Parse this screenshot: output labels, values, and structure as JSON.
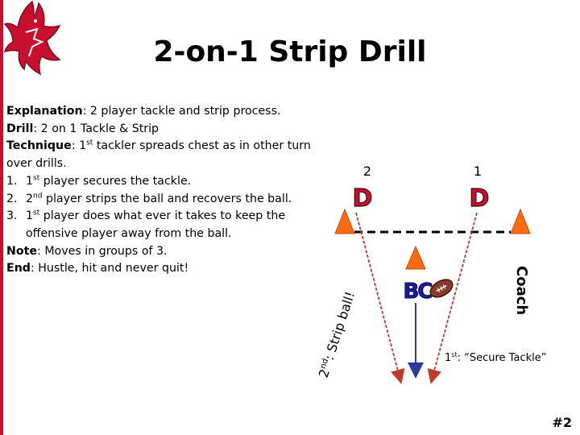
{
  "slide": {
    "title": "2-on-1 Strip Drill",
    "page_number": "#2",
    "accent_color": "#c8102e"
  },
  "text_block": {
    "explanation_label": "Explanation",
    "explanation_text": ": 2 player tackle and strip process.",
    "drill_label": "Drill",
    "drill_text": ": 2 on 1 Tackle & Strip",
    "technique_label": "Technique",
    "technique_text_pre": ": 1",
    "technique_sup": "st",
    "technique_text_post": " tackler spreads chest as in other turn over drills.",
    "steps": [
      {
        "num": "1.",
        "pre": "1",
        "sup": "st",
        "post": " player secures the tackle."
      },
      {
        "num": "2.",
        "pre": "2",
        "sup": "nd",
        "post": " player strips the ball and recovers the ball."
      },
      {
        "num": "3.",
        "pre": "1",
        "sup": "st",
        "post": " player does what ever it takes to keep the offensive player away from the ball."
      }
    ],
    "note_label": "Note",
    "note_text": ": Moves in groups of 3.",
    "end_label": "End",
    "end_text": ": Hustle, hit and never quit!"
  },
  "diagram": {
    "defender_2_label": "2",
    "defender_1_label": "1",
    "defender_letter": "D",
    "ball_carrier_label": "BC",
    "coach_label": "Coach",
    "strip_label_pre": "2",
    "strip_label_sup": "nd",
    "strip_label_post": ": Strip ball!",
    "secure_label_pre": "1",
    "secure_label_sup": "st",
    "secure_label_post": ": “Secure Tackle”",
    "cone_color": "#ff6a13",
    "defender_color": "#c8102e",
    "bc_color": "#1a1aa8",
    "arrow_color": "#c0392b",
    "bc_arrow_color": "#2b3a9c"
  }
}
